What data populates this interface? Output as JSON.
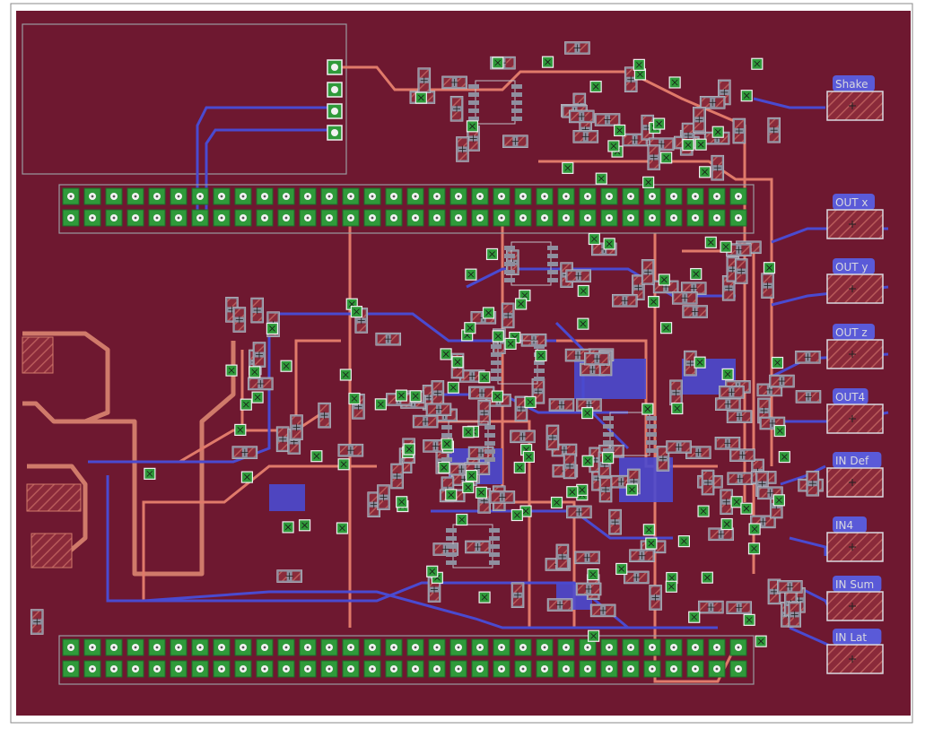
{
  "board": {
    "colors": {
      "page": "#ffffff",
      "frame": "#8a8a8a",
      "copper_bottom": "#6e1830",
      "trace_top": "#e07a6a",
      "trace_bottom": "#4a4ad0",
      "pad": "#8f8f9f",
      "via": "#2f9a3a",
      "label_tab": "#5a5ad8",
      "connector_fill": "#8a2a3a",
      "hatch": "#b85a5a"
    },
    "connectors": [
      {
        "id": "shake",
        "label": "Shake"
      },
      {
        "id": "out-x",
        "label": "OUT x"
      },
      {
        "id": "out-y",
        "label": "OUT y"
      },
      {
        "id": "out-z",
        "label": "OUT z"
      },
      {
        "id": "out4",
        "label": "OUT4"
      },
      {
        "id": "in-def",
        "label": "IN Def"
      },
      {
        "id": "in4",
        "label": "IN4"
      },
      {
        "id": "in-sum",
        "label": "IN Sum"
      },
      {
        "id": "in-lat",
        "label": "IN Lat"
      }
    ],
    "header_top": {
      "rows": 2,
      "pins_per_row": 32
    },
    "header_bottom": {
      "rows": 2,
      "pins_per_row": 32
    }
  }
}
